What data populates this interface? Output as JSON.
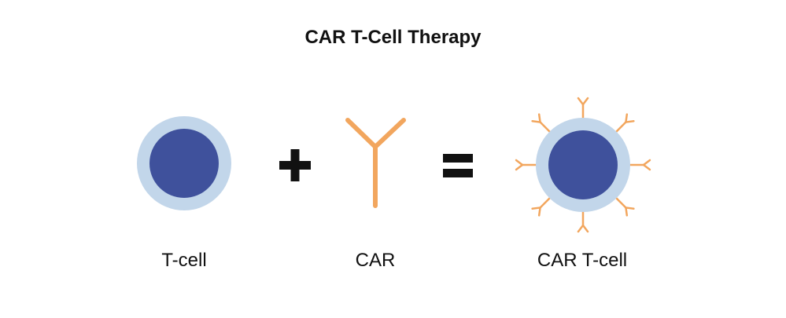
{
  "title": "CAR T-Cell Therapy",
  "labels": {
    "tcell": "T-cell",
    "car": "CAR",
    "car_tcell": "CAR T-cell"
  },
  "operators": {
    "plus": "+",
    "equals": "="
  },
  "colors": {
    "cell_outer": "#c2d6ea",
    "cell_inner": "#3f519c",
    "receptor": "#f2a65e",
    "text": "#111111"
  },
  "icons": [
    "t-cell-icon",
    "car-receptor-icon",
    "car-t-cell-icon",
    "plus-icon",
    "equals-icon"
  ]
}
